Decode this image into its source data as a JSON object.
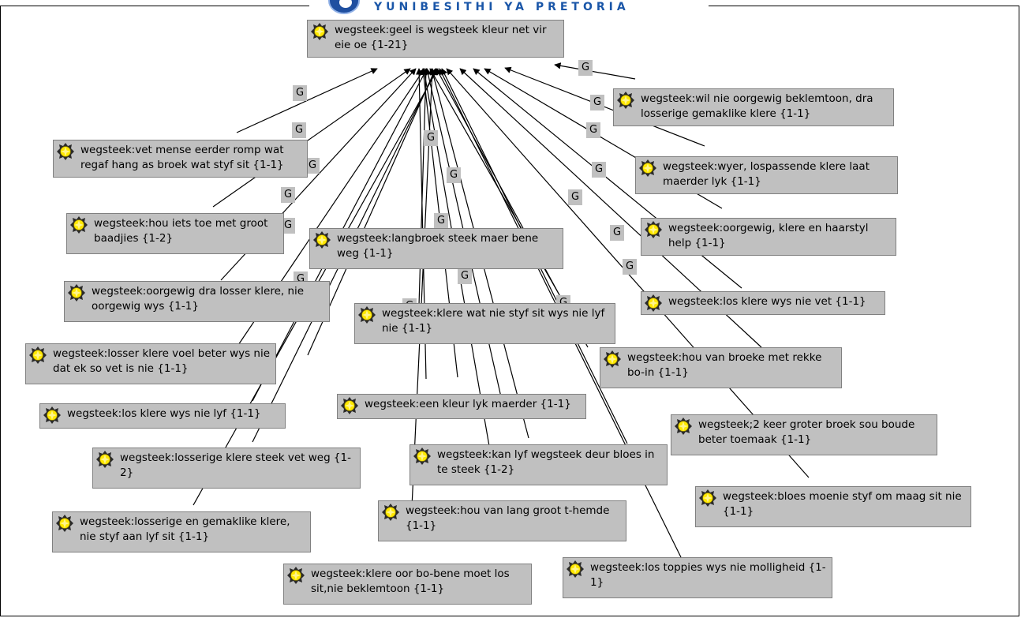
{
  "header": {
    "logo_text": "YUNIBESITHI YA PRETORIA"
  },
  "link_label": "G",
  "nodes": [
    {
      "id": "root",
      "text": "wegsteek:geel is wegsteek kleur net vir eie oe {1-21}"
    },
    {
      "id": "n1",
      "text": "wegsteek:wil nie oorgewig beklemtoon, dra losserige gemaklike klere {1-1}"
    },
    {
      "id": "n2",
      "text": "wegsteek:vet mense eerder romp wat regaf hang as broek wat styf sit {1-1}"
    },
    {
      "id": "n3",
      "text": "wegsteek:wyer, lospassende klere laat maerder lyk {1-1}"
    },
    {
      "id": "n4",
      "text": "wegsteek:hou iets toe met groot baadjies {1-2}"
    },
    {
      "id": "n5",
      "text": "wegsteek:oorgewig, klere en haarstyl help {1-1}"
    },
    {
      "id": "n6",
      "text": "wegsteek:langbroek steek maer bene weg {1-1}"
    },
    {
      "id": "n7",
      "text": "wegsteek:oorgewig dra losser klere, nie oorgewig wys {1-1}"
    },
    {
      "id": "n8",
      "text": "wegsteek:los klere wys nie vet {1-1}"
    },
    {
      "id": "n9",
      "text": "wegsteek:klere wat nie styf sit wys nie lyf nie {1-1}"
    },
    {
      "id": "n10",
      "text": "wegsteek:losser klere voel beter wys nie dat ek so vet is nie {1-1}"
    },
    {
      "id": "n11",
      "text": "wegsteek:hou van broeke met rekke bo-in {1-1}"
    },
    {
      "id": "n12",
      "text": "wegsteek:een kleur lyk maerder {1-1}"
    },
    {
      "id": "n13",
      "text": "wegsteek:los klere wys nie lyf {1-1}"
    },
    {
      "id": "n14",
      "text": "wegsteek;2 keer groter broek sou boude beter toemaak {1-1}"
    },
    {
      "id": "n15",
      "text": "wegsteek:kan lyf wegsteek deur bloes in te steek {1-2}"
    },
    {
      "id": "n16",
      "text": "wegsteek:losserige klere steek vet weg {1-2}"
    },
    {
      "id": "n17",
      "text": "wegsteek:bloes moenie styf om maag sit nie {1-1}"
    },
    {
      "id": "n18",
      "text": "wegsteek:hou van lang groot t-hemde {1-1}"
    },
    {
      "id": "n19",
      "text": "wegsteek:losserige en gemaklike klere, nie styf aan lyf sit {1-1}"
    },
    {
      "id": "n20",
      "text": "wegsteek:los toppies wys nie molligheid {1-1}"
    },
    {
      "id": "n21",
      "text": "wegsteek:klere oor bo-bene moet los sit,nie beklemtoon {1-1}"
    }
  ]
}
